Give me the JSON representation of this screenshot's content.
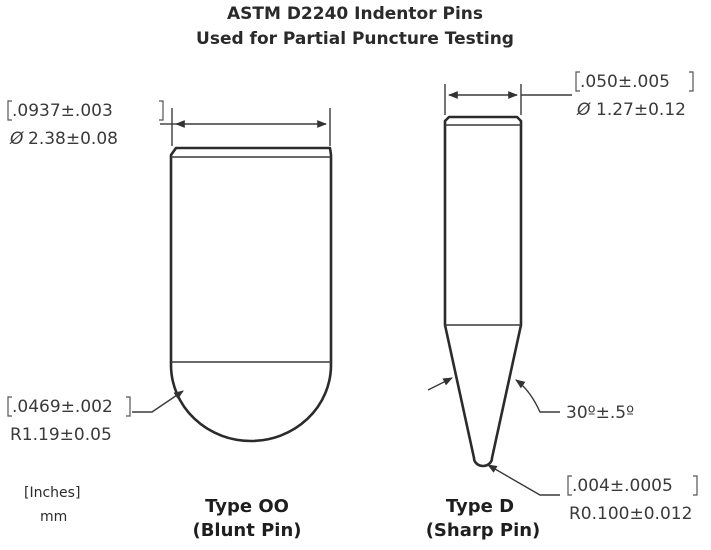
{
  "title": {
    "line1": "ASTM D2240 Indentor Pins",
    "line2": "Used for Partial Puncture Testing"
  },
  "units": {
    "inches": "[Inches]",
    "mm": "mm"
  },
  "blunt_pin": {
    "diameter_in": ".0937±.003",
    "diameter_mm": "2.38±0.08",
    "diameter_symbol": "Ø",
    "radius_in": ".0469±.002",
    "radius_mm": "R1.19±0.05",
    "caption_type": "Type OO",
    "caption_desc": "(Blunt Pin)"
  },
  "sharp_pin": {
    "diameter_in": ".050±.005",
    "diameter_mm": "1.27±0.12",
    "diameter_symbol": "Ø",
    "angle": "30º±.5º",
    "tip_radius_in": ".004±.0005",
    "tip_radius_mm": "R0.100±0.012",
    "caption_type": "Type D",
    "caption_desc": "(Sharp Pin)"
  }
}
